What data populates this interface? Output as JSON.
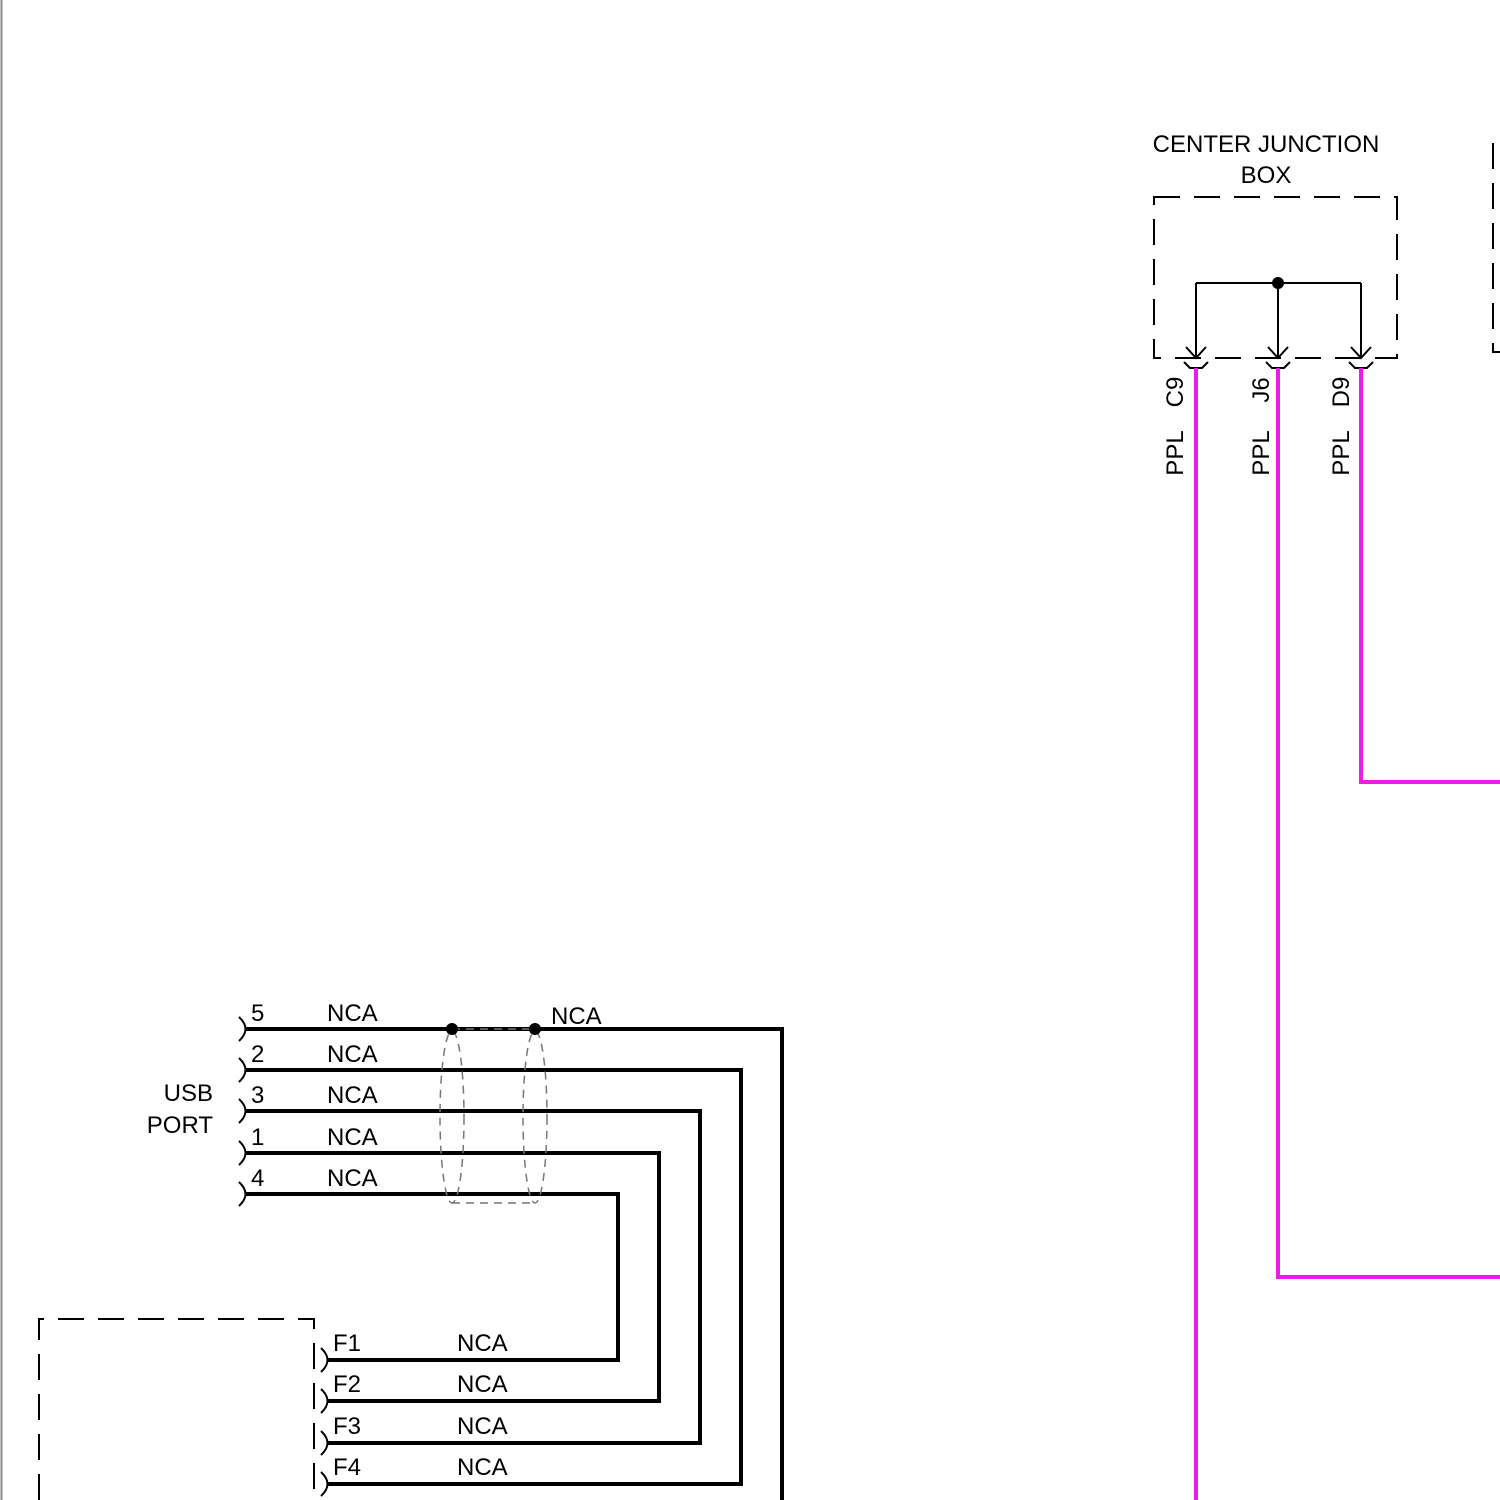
{
  "colors": {
    "ppl_wire": "#e81ee8",
    "black_wire": "#000000"
  },
  "center_junction_box": {
    "title_line1": "CENTER JUNCTION",
    "title_line2": "BOX",
    "pins": [
      {
        "pin": "C9",
        "wire_color": "PPL"
      },
      {
        "pin": "J6",
        "wire_color": "PPL"
      },
      {
        "pin": "D9",
        "wire_color": "PPL"
      }
    ]
  },
  "usb_port": {
    "title_line1": "USB",
    "title_line2": "PORT",
    "pins": [
      {
        "pin": "5",
        "wire_color": "NCA"
      },
      {
        "pin": "2",
        "wire_color": "NCA"
      },
      {
        "pin": "3",
        "wire_color": "NCA"
      },
      {
        "pin": "1",
        "wire_color": "NCA"
      },
      {
        "pin": "4",
        "wire_color": "NCA"
      }
    ],
    "pass_through_label": "NCA"
  },
  "lower_module": {
    "pins": [
      {
        "pin": "F1",
        "wire_color": "NCA"
      },
      {
        "pin": "F2",
        "wire_color": "NCA"
      },
      {
        "pin": "F3",
        "wire_color": "NCA"
      },
      {
        "pin": "F4",
        "wire_color": "NCA"
      }
    ]
  }
}
